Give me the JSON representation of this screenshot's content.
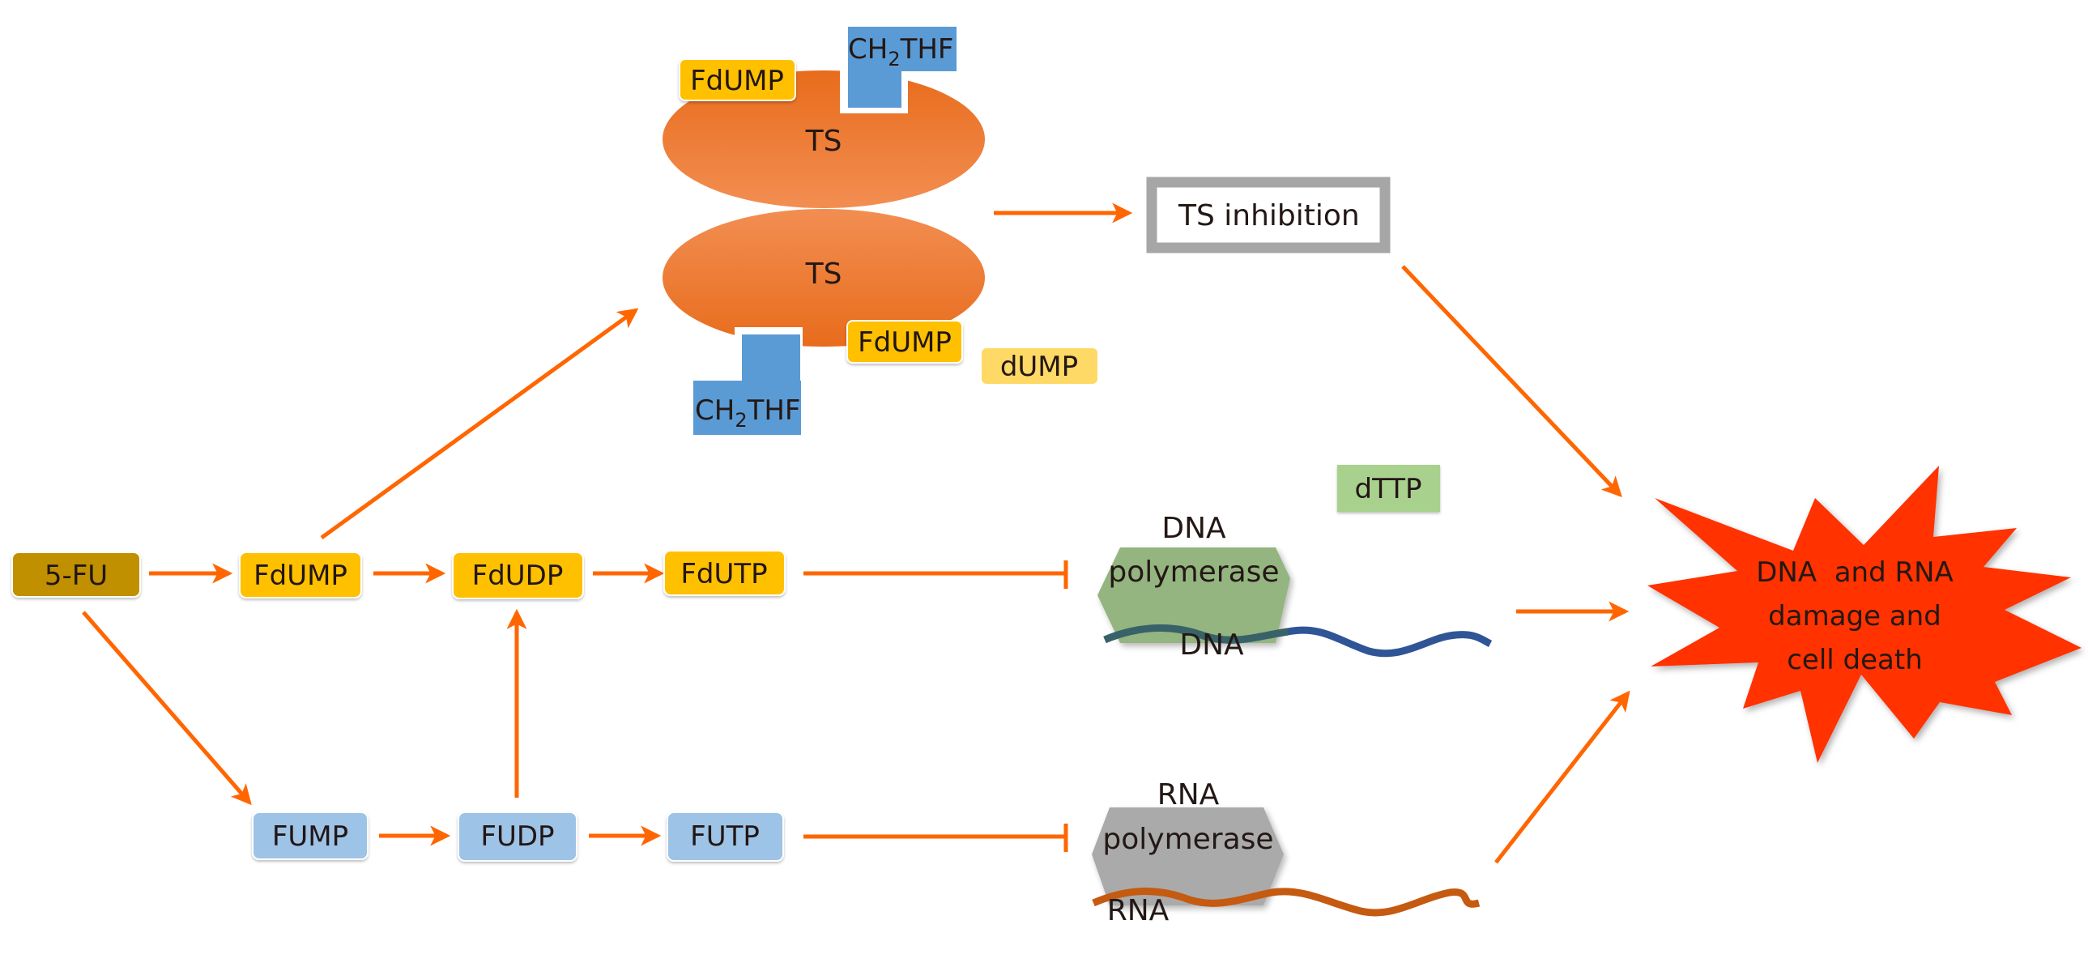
{
  "title": "5-FU metabolic pathway leading to DNA and RNA damage",
  "colors": {
    "arrow": "#ff6600",
    "five_fu": "#c09000",
    "fd_metabolite": "#ffc000",
    "f_metabolite": "#9dc3e6",
    "ts_enzyme": "#f07a2c",
    "ch2thf": "#5b9bd5",
    "dump": "#ffd966",
    "dttp": "#a9d18e",
    "dna_polymerase": "#8fb17a",
    "rna_polymerase": "#a6a6a6",
    "dna_strand": "#2f5597",
    "rna_strand": "#c55a11",
    "ts_inhibition_border": "#a6a6a6",
    "outcome": "#ff3300"
  },
  "nodes": {
    "five_fu": "5-FU",
    "fdump": "FdUMP",
    "fdudp": "FdUDP",
    "fdutp": "FdUTP",
    "fump": "FUMP",
    "fudp": "FUDP",
    "futp": "FUTP"
  },
  "ts_complex": {
    "upper_ts": "TS",
    "lower_ts": "TS",
    "upper_fdump": "FdUMP",
    "lower_fdump": "FdUMP",
    "ch2thf_main": "CH",
    "ch2thf_sub": "2",
    "ch2thf_tail": "THF",
    "dump": "dUMP"
  },
  "ts_inhibition": "TS inhibition",
  "dttp": "dTTP",
  "dna_polymerase": {
    "line1": "DNA",
    "line2": "polymerase",
    "strand_label": "DNA"
  },
  "rna_polymerase": {
    "line1": "RNA",
    "line2": "polymerase",
    "strand_label": "RNA"
  },
  "outcome": {
    "line1": "DNA  and RNA",
    "line2": "damage and",
    "line3": "cell death"
  },
  "edges": [
    {
      "from": "5-FU",
      "to": "FdUMP",
      "type": "activation"
    },
    {
      "from": "FdUMP",
      "to": "FdUDP",
      "type": "activation"
    },
    {
      "from": "FdUDP",
      "to": "FdUTP",
      "type": "activation"
    },
    {
      "from": "5-FU",
      "to": "FUMP",
      "type": "activation"
    },
    {
      "from": "FUMP",
      "to": "FUDP",
      "type": "activation"
    },
    {
      "from": "FUDP",
      "to": "FUTP",
      "type": "activation"
    },
    {
      "from": "FUDP",
      "to": "FdUDP",
      "type": "activation"
    },
    {
      "from": "FdUMP",
      "to": "TS complex",
      "type": "activation"
    },
    {
      "from": "TS complex",
      "to": "TS inhibition",
      "type": "activation"
    },
    {
      "from": "FdUTP",
      "to": "DNA polymerase",
      "type": "inhibition"
    },
    {
      "from": "FUTP",
      "to": "RNA polymerase",
      "type": "inhibition"
    },
    {
      "from": "TS inhibition",
      "to": "DNA and RNA damage and cell death",
      "type": "activation"
    },
    {
      "from": "DNA",
      "to": "DNA and RNA damage and cell death",
      "type": "activation"
    },
    {
      "from": "RNA",
      "to": "DNA and RNA damage and cell death",
      "type": "activation"
    }
  ]
}
